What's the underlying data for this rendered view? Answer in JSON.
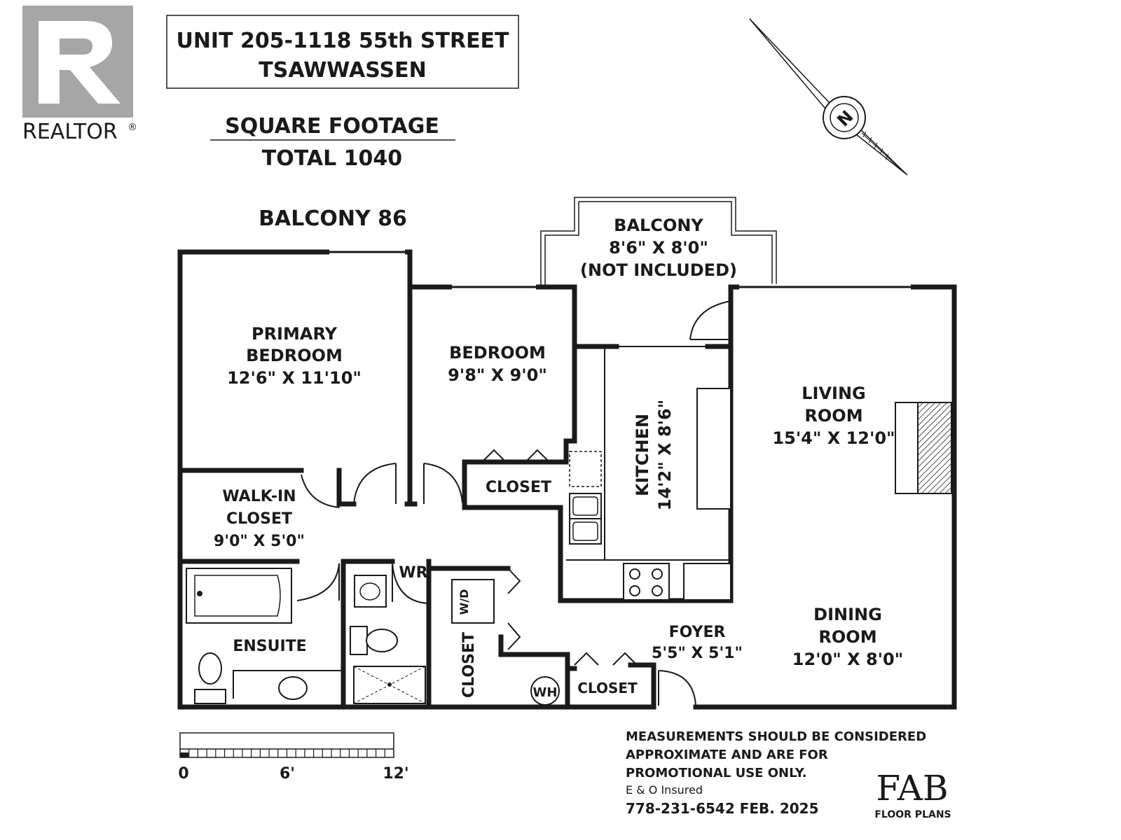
{
  "realtor": {
    "wordmark": "REALTOR",
    "mark": "®",
    "logo_icon": "realtor-r-logo"
  },
  "header": {
    "address_line1": "UNIT 205-1118 55th STREET",
    "address_line2": "TSAWWASSEN",
    "sqft_heading": "SQUARE FOOTAGE",
    "sqft_total": "TOTAL 1040",
    "balcony_area": "BALCONY 86"
  },
  "compass": {
    "icon": "north-arrow-icon",
    "letter": "N"
  },
  "rooms": {
    "balcony": {
      "name": "BALCONY",
      "dims": "8'6\" X 8'0\"",
      "note": "(NOT INCLUDED)"
    },
    "primary": {
      "line1": "PRIMARY",
      "line2": "BEDROOM",
      "dims": "12'6\" X 11'10\""
    },
    "bedroom": {
      "name": "BEDROOM",
      "dims": "9'8\" X 9'0\""
    },
    "living": {
      "line1": "LIVING",
      "line2": "ROOM",
      "dims": "15'4\" X 12'0\""
    },
    "kitchen": {
      "name": "KITCHEN",
      "dims": "14'2\" X 8'6\""
    },
    "closet_bed": {
      "name": "CLOSET"
    },
    "walkin": {
      "line1": "WALK-IN",
      "line2": "CLOSET",
      "dims": "9'0\" X 5'0\""
    },
    "wr": {
      "name": "WR"
    },
    "wd": {
      "name": "W/D"
    },
    "ensuite": {
      "name": "ENSUITE"
    },
    "closet_hall": {
      "name": "CLOSET"
    },
    "wh": {
      "name": "WH"
    },
    "closet_foyer": {
      "name": "CLOSET"
    },
    "foyer": {
      "name": "FOYER",
      "dims": "5'5\" X 5'1\""
    },
    "dining": {
      "line1": "DINING",
      "line2": "ROOM",
      "dims": "12'0\" X 8'0\""
    }
  },
  "scale": {
    "ticks": [
      "0",
      "6'",
      "12'"
    ]
  },
  "disclaimer": {
    "line1": "MEASUREMENTS SHOULD BE CONSIDERED",
    "line2": "APPROXIMATE AND ARE FOR",
    "line3": "PROMOTIONAL USE ONLY.",
    "line4": "E & O Insured",
    "line5": "778-231-6542  FEB. 2025"
  },
  "brand": {
    "name": "FAB",
    "sub": "FLOOR PLANS"
  }
}
